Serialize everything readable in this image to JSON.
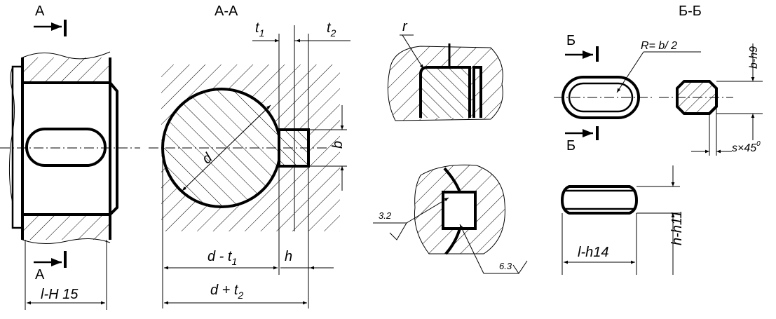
{
  "section_labels": {
    "view_a": "А",
    "view_a_bottom": "А",
    "section_aa": "А-А",
    "section_bb": "Б-Б",
    "cut_b_top": "Б",
    "cut_b_bottom": "Б"
  },
  "dimensions": {
    "shaft_slot_length": "l-H 15",
    "t1": "t",
    "t1_sub": "1",
    "t2": "t",
    "t2_sub": "2",
    "diameter": "d",
    "key_width": "b",
    "key_height": "h",
    "d_minus_t1": "d - t",
    "d_minus_t1_sub": "1",
    "d_plus_t2": "d + t",
    "d_plus_t2_sub": "2",
    "fillet_r": "r",
    "roughness_1": "3.2",
    "roughness_2": "6.3",
    "key_radius": "R= b/ 2",
    "key_width_tol": "b-h9",
    "key_chamfer": "s×45",
    "key_chamfer_deg": "0",
    "key_length_tol": "l-h14",
    "key_height_tol": "h-h11"
  }
}
